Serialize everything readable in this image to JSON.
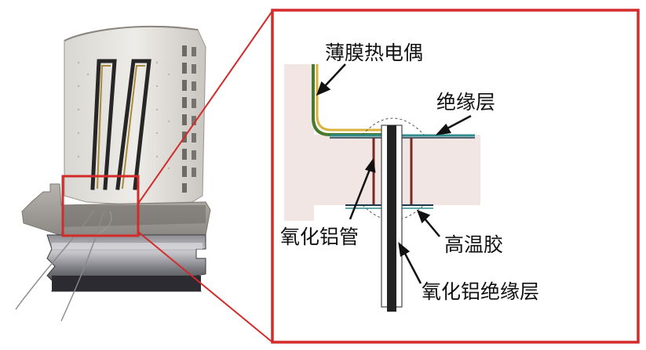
{
  "diagram": {
    "labels": {
      "thin_film_thermocouple": "薄膜热电偶",
      "insulation_layer": "绝缘层",
      "alumina_tube": "氧化铝管",
      "high_temp_adhesive": "高温胶",
      "alumina_insulation_layer": "氧化铝绝缘层"
    },
    "colors": {
      "frame_red": "#d42a2a",
      "substrate": "#f1e6e4",
      "thermocouple_green": "#4b7a2a",
      "thermocouple_yellow": "#d8b23a",
      "insulation_teal": "#2f8c8c",
      "tube_brown": "#7a2a24",
      "electrode_dark": "#222222"
    }
  }
}
